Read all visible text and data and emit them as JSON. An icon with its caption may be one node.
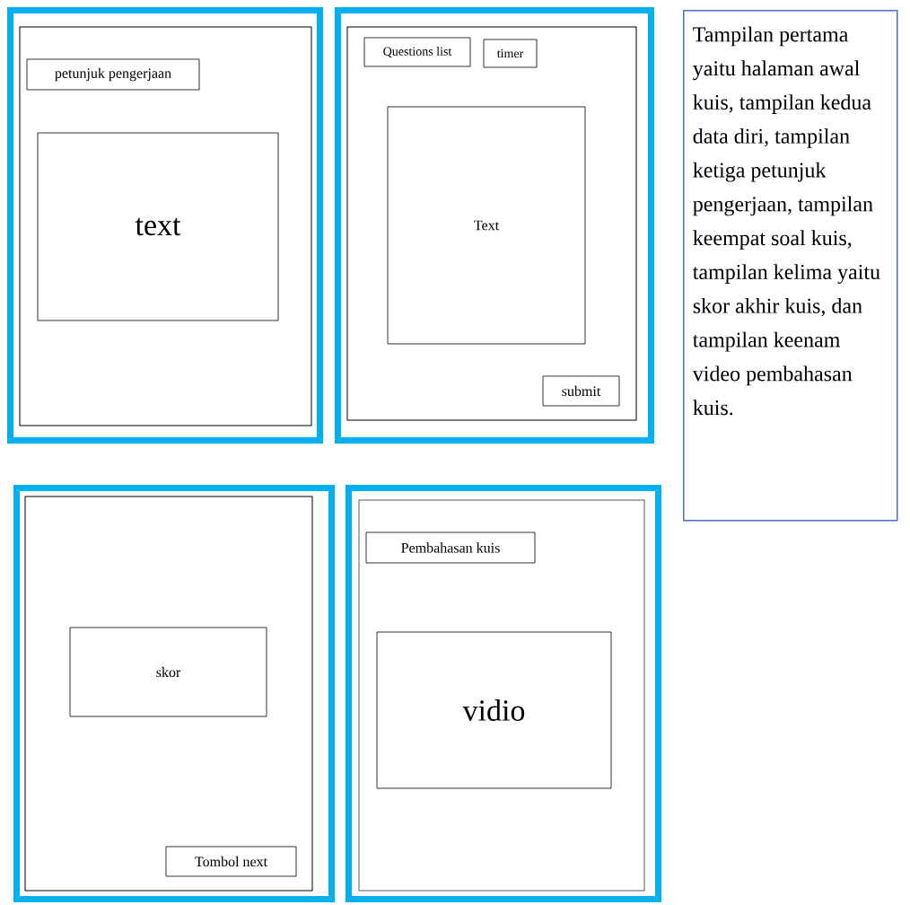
{
  "diagram": {
    "nodes": [
      {
        "text": [],
        "shape": "box"
      },
      {
        "text": [
          "petunjuk pengerjaan"
        ],
        "in": 0
      },
      {
        "text": [
          "text"
        ],
        "in": 0
      },
      {
        "text": [],
        "shape": "box"
      },
      {
        "text": [
          "Questions list"
        ],
        "in": 3
      },
      {
        "text": [
          "timer"
        ],
        "in": 3
      },
      {
        "text": [
          "Text"
        ],
        "in": 3
      },
      {
        "text": [
          "submit"
        ],
        "in": 3
      },
      {
        "text": [
          "Tampilan pertama yaitu halaman awal kuis, tampilan kedua data diri, tampilan ketiga petunjuk pengerjaan, tampilan keempat soal kuis, tampilan kelima yaitu skor akhir kuis, dan tampilan keenam video pembahasan kuis."
        ]
      },
      {
        "text": [],
        "shape": "box"
      },
      {
        "text": [
          "skor"
        ],
        "in": 9
      },
      {
        "text": [
          "Tombol next"
        ],
        "in": 9
      },
      {
        "text": [],
        "shape": "box"
      },
      {
        "text": [
          "Pembahasan kuis"
        ],
        "in": 12
      },
      {
        "text": [
          "vidio"
        ],
        "in": 12
      }
    ]
  }
}
